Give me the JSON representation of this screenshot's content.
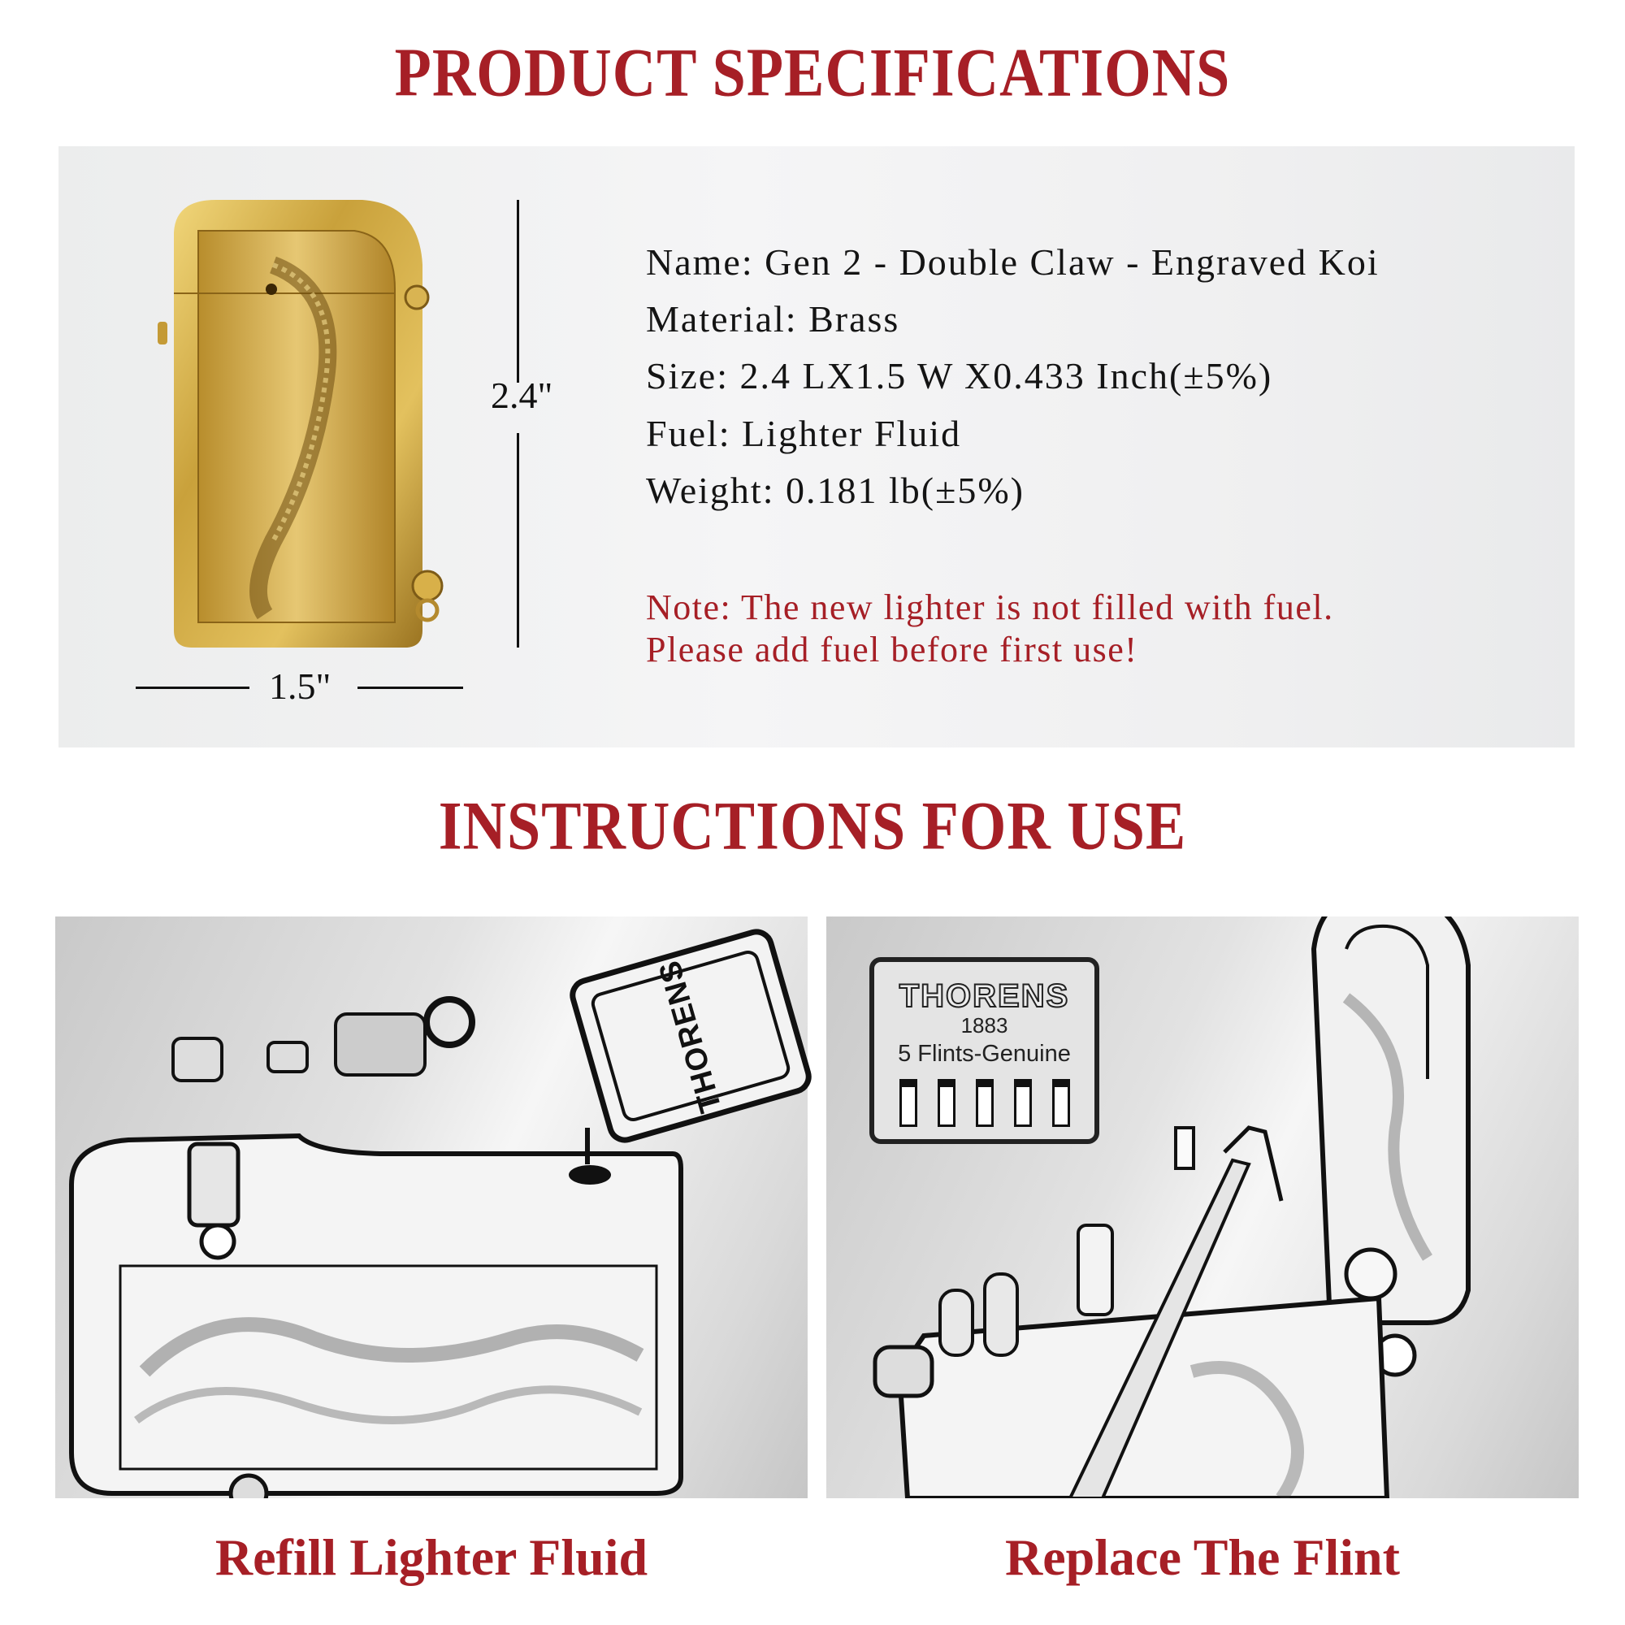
{
  "specs_section": {
    "title": "PRODUCT SPECIFICATIONS",
    "dimension_height": "2.4\"",
    "dimension_width": "1.5\"",
    "lines": [
      "Name:  Gen 2 - Double Claw - Engraved Koi",
      "Material: Brass",
      "Size: 2.4 LX1.5 W X0.433 Inch(±5%)",
      "Fuel: Lighter Fluid",
      "Weight: 0.181 lb(±5%)"
    ],
    "note": [
      "Note: The new lighter is not filled with fuel.",
      "Please add fuel before first use!"
    ]
  },
  "instructions_section": {
    "title": "INSTRUCTIONS FOR USE",
    "steps": [
      {
        "caption": "Refill Lighter Fluid",
        "fuel_can_brand": "THORENS"
      },
      {
        "caption": "Replace The Flint",
        "flint_pack": {
          "brand": "THORENS",
          "year": "1883",
          "label": "5 Flints-Genuine",
          "slots": 5
        }
      }
    ]
  },
  "colors": {
    "accent_red": "#a61f26",
    "text_dark": "#141414",
    "brass": "#c9a13b"
  }
}
